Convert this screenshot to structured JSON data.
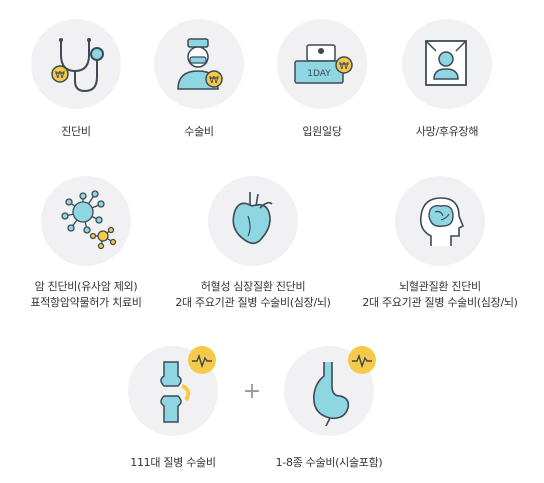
{
  "items": [
    {
      "label": "진단비",
      "icon": "stethoscope-icon"
    },
    {
      "label": "수술비",
      "icon": "surgeon-icon"
    },
    {
      "label": "입원일당",
      "icon": "hospital-bed-icon",
      "badge_text": "1DAY"
    },
    {
      "label": "사망/후유장해",
      "icon": "portrait-frame-icon"
    },
    {
      "label_lines": [
        "암 진단비(유사암 제외)",
        "표적항암약물허가 치료비"
      ],
      "icon": "virus-icon"
    },
    {
      "label_lines": [
        "허혈성 심장질환 진단비",
        "2대 주요기관 질병 수술비(심장/뇌)"
      ],
      "icon": "heart-icon"
    },
    {
      "label_lines": [
        "뇌혈관질환 진단비",
        "2대 주요기관 질병 수술비(심장/뇌)"
      ],
      "icon": "brain-head-icon"
    },
    {
      "label": "111대 질병 수술비",
      "icon": "knee-joint-icon"
    },
    {
      "label": "1-8종 수술비(시술포함)",
      "icon": "stomach-icon"
    }
  ],
  "plus_symbol": "+",
  "won_symbol": "₩",
  "colors": {
    "circle_bg": "#f1f1f3",
    "aqua": "#8fd6e3",
    "stroke": "#3d4a55",
    "yellow": "#f7c948",
    "text": "#333333"
  }
}
